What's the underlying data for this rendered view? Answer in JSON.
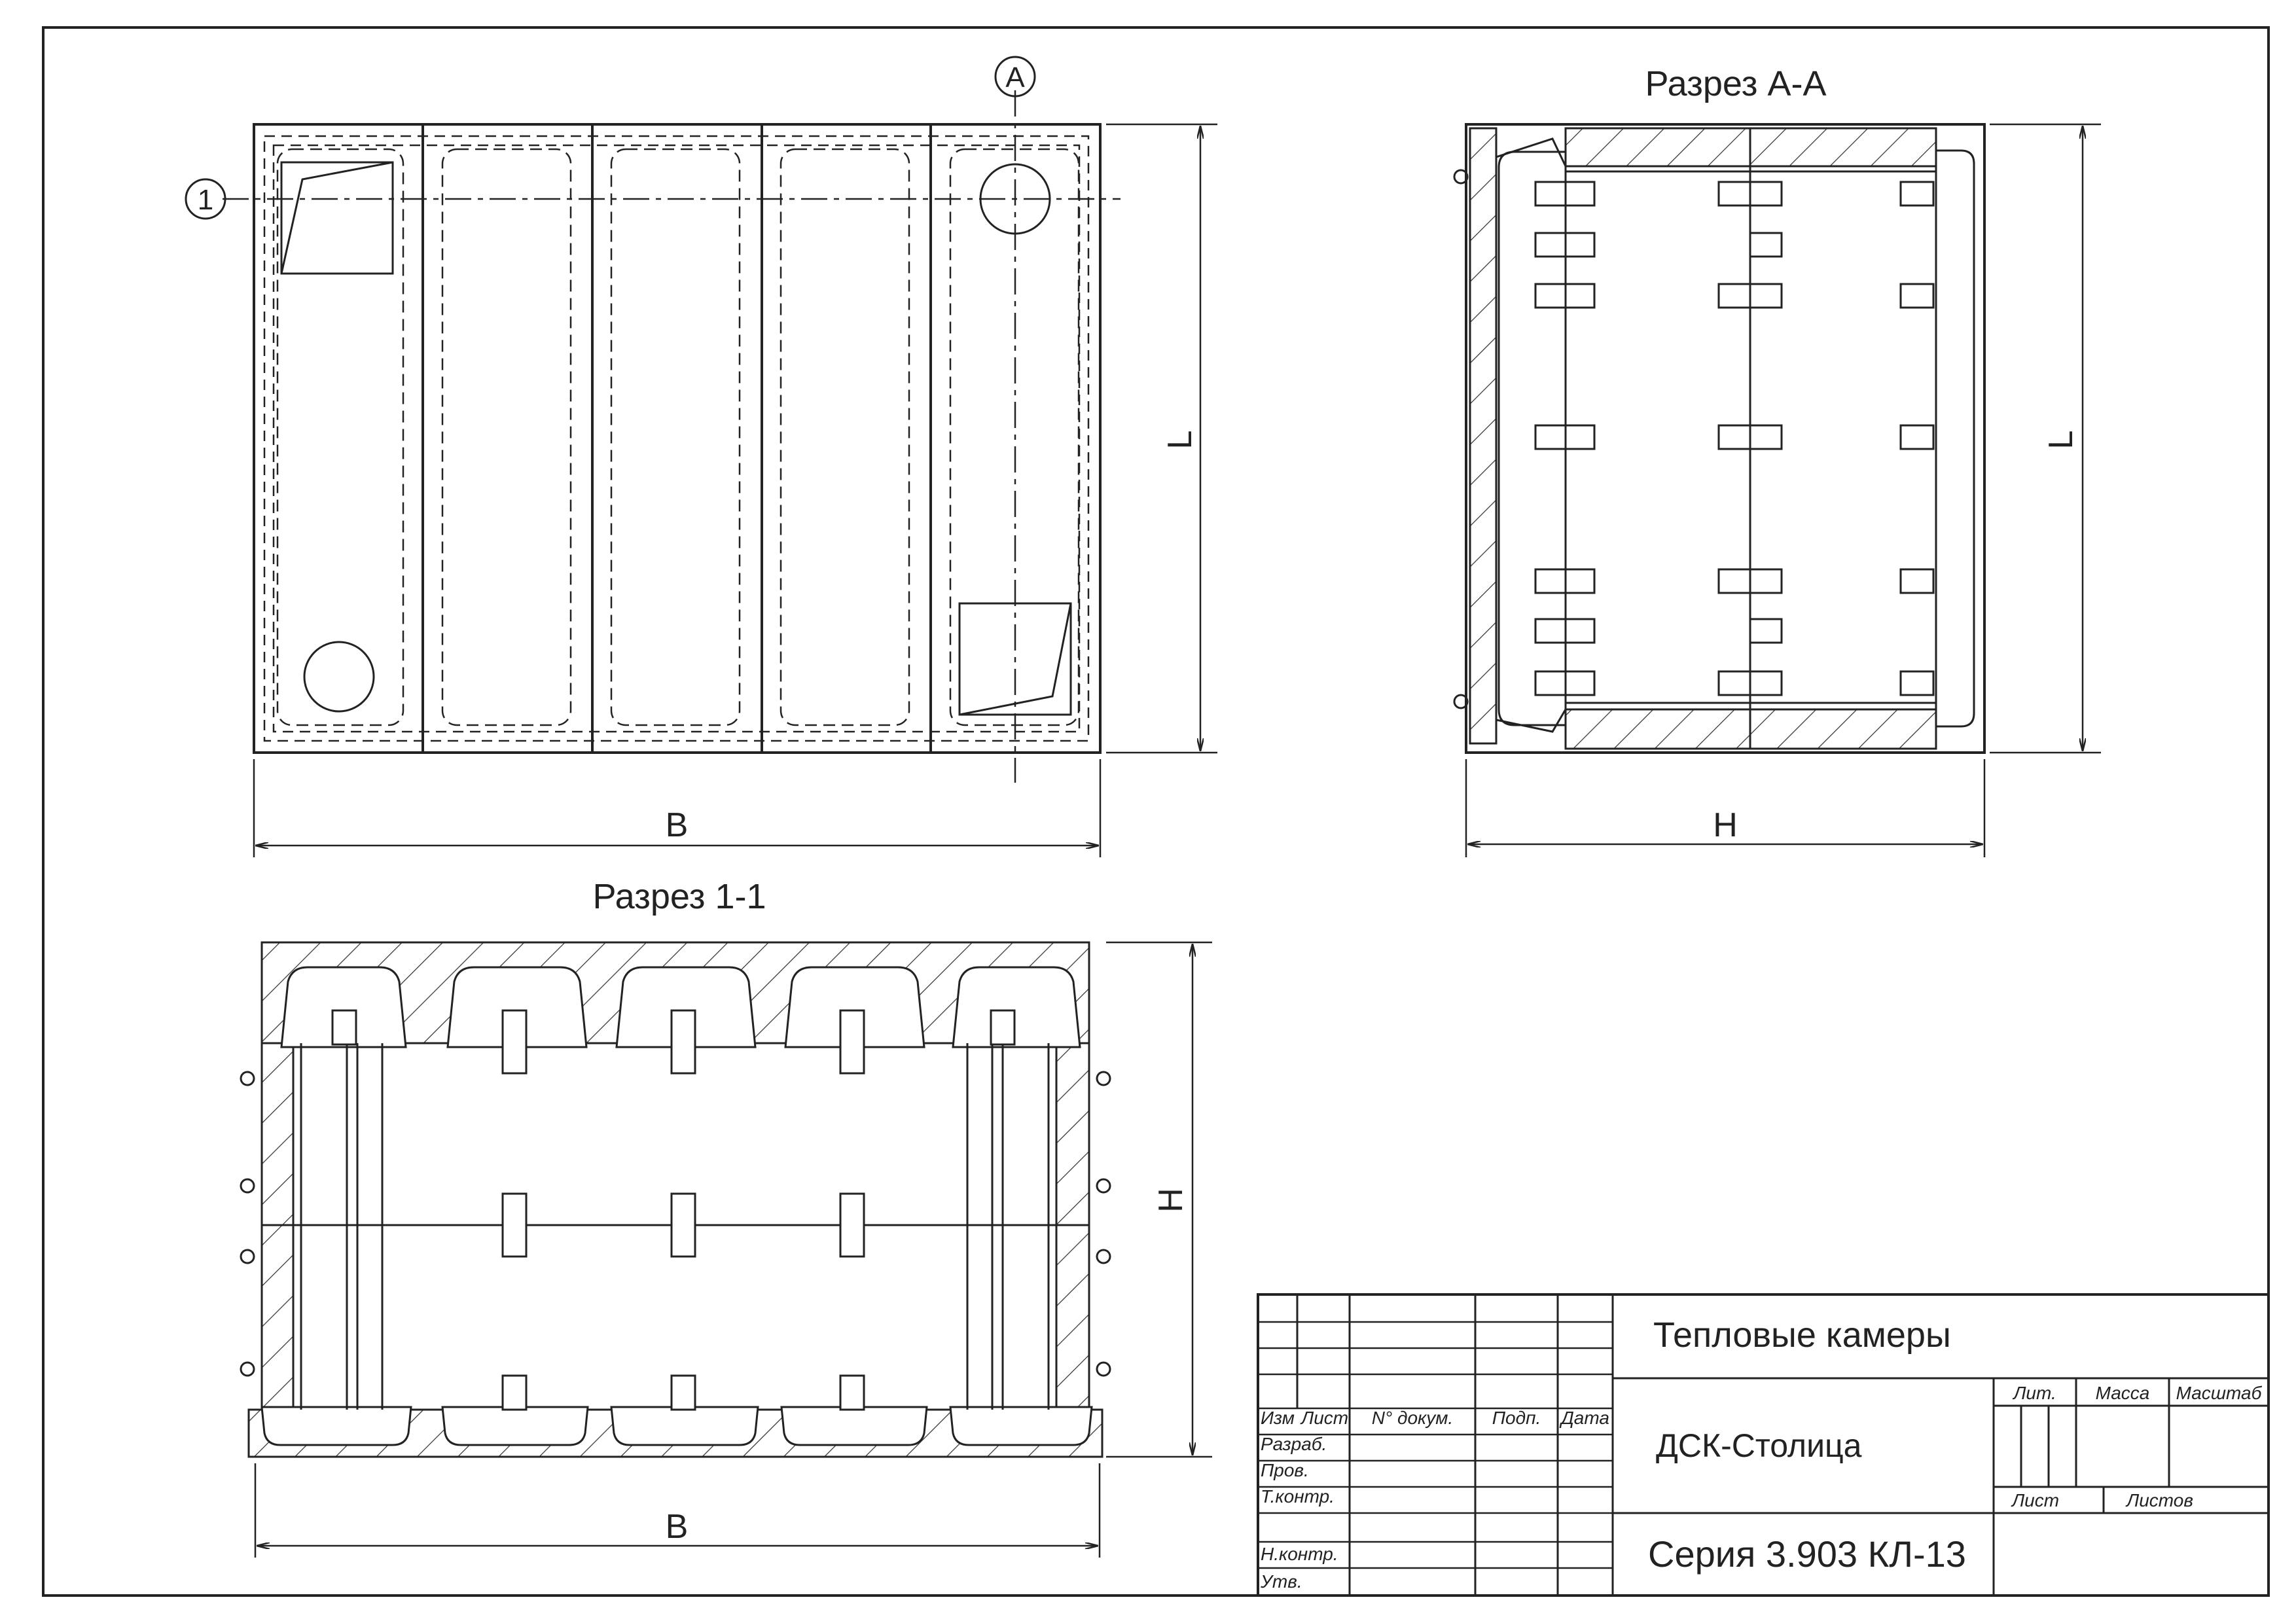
{
  "plan_view": {
    "section_marker": "1",
    "section_marker_2": "A",
    "dim_width": "B",
    "dim_length": "L"
  },
  "section_aa": {
    "title": "Разрез А-А",
    "dim_width": "H",
    "dim_length": "L"
  },
  "section_11": {
    "title": "Разрез 1-1",
    "dim_width": "B",
    "dim_height": "H"
  },
  "title_block": {
    "headers": {
      "izm": "Изм",
      "list": "Лист",
      "doc": "N° докум.",
      "sign": "Подп.",
      "date": "Дата"
    },
    "roles": {
      "razrab": "Разраб.",
      "prov": "Пров.",
      "tkontr": "Т.контр.",
      "nkontr": "Н.контр.",
      "utv": "Утв."
    },
    "product": "Тепловые камеры",
    "company": "ДСК-Столица",
    "series": "Серия 3.903 КЛ-13",
    "lit": "Лит.",
    "mass": "Масса",
    "scale": "Масштаб",
    "sheet": "Лист",
    "sheets": "Листов"
  }
}
